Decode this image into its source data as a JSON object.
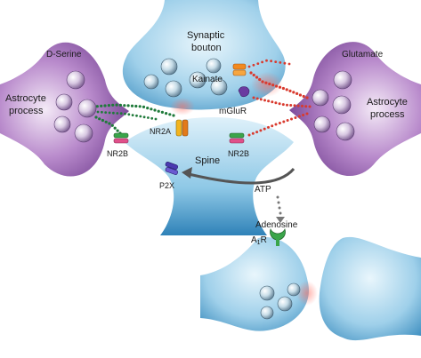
{
  "labels": {
    "d_serine": "D-Serine",
    "glutamate": "Glutamate",
    "synaptic_line1": "Synaptic",
    "synaptic_line2": "bouton",
    "astro_left_line1": "Astrocyte",
    "astro_left_line2": "process",
    "astro_right_line1": "Astrocyte",
    "astro_right_line2": "process",
    "kainate": "Kainate",
    "mglur": "mGluR",
    "nr2a": "NR2A",
    "nr2b_left": "NR2B",
    "nr2b_right": "NR2B",
    "spine": "Spine",
    "p2x": "P2X",
    "atp": "ATP",
    "adenosine": "Adenosine",
    "a1r_main": "A",
    "a1r_sub": "1",
    "a1r_end": "R"
  },
  "colors": {
    "astrocyte": "#8a4fa8",
    "neuron": "#6fb3d6",
    "dserine_dots": "#1f7a3a",
    "glutamate_dots": "#e8453a"
  }
}
